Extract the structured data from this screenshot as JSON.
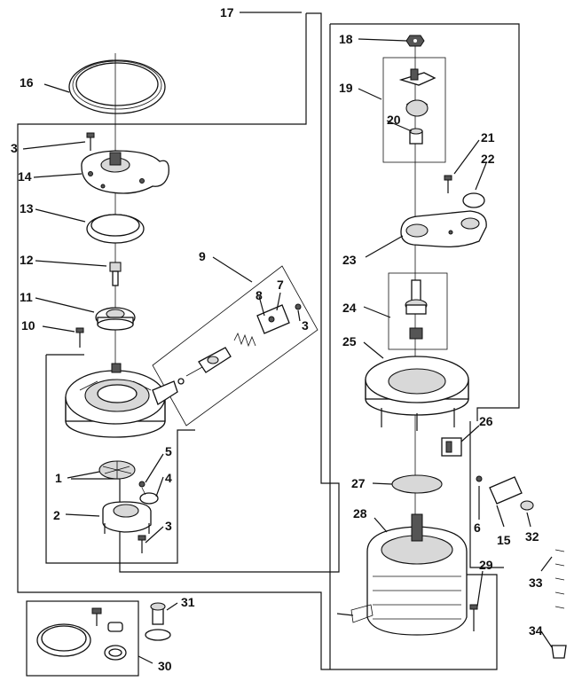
{
  "diagram": {
    "callouts": {
      "c1": "1",
      "c2": "2",
      "c3a": "3",
      "c3b": "3",
      "c3c": "3",
      "c4": "4",
      "c5": "5",
      "c6": "6",
      "c7": "7",
      "c8": "8",
      "c9": "9",
      "c10": "10",
      "c11": "11",
      "c12": "12",
      "c13": "13",
      "c14": "14",
      "c15": "15",
      "c16": "16",
      "c17": "17",
      "c18": "18",
      "c19": "19",
      "c20": "20",
      "c21": "21",
      "c22": "22",
      "c23": "23",
      "c24": "24",
      "c25": "25",
      "c26": "26",
      "c27": "27",
      "c28": "28",
      "c29": "29",
      "c30": "30",
      "c31": "31",
      "c32": "32",
      "c33": "33",
      "c34": "34"
    }
  }
}
